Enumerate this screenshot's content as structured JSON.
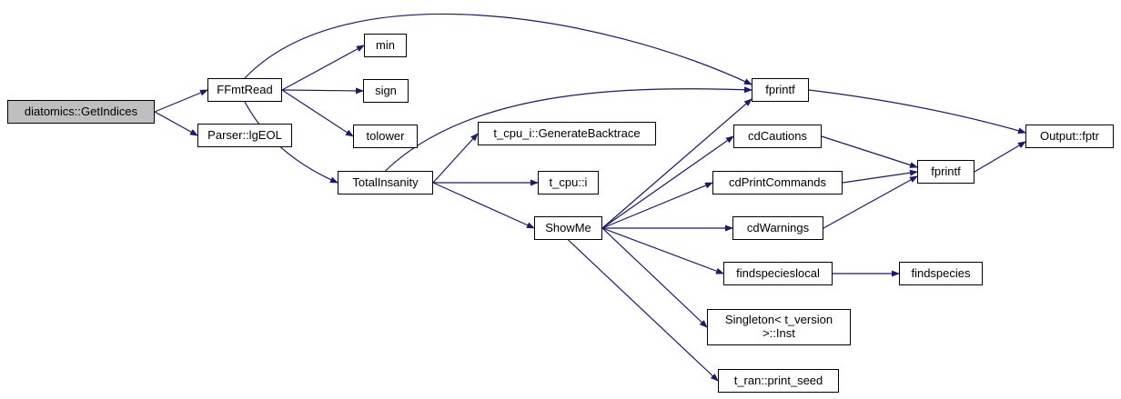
{
  "diagram": {
    "type": "call-graph",
    "colors": {
      "edge": "#191970",
      "node_bg": "#ffffff",
      "node_border": "#000000",
      "highlight_bg": "#bfbfbf",
      "text": "#000000"
    },
    "nodes": [
      {
        "id": "getindices",
        "label": "diatomics::GetIndices",
        "highlight": true
      },
      {
        "id": "ffmtread",
        "label": "FFmtRead"
      },
      {
        "id": "lgeol",
        "label": "Parser::lgEOL"
      },
      {
        "id": "min",
        "label": "min"
      },
      {
        "id": "sign",
        "label": "sign"
      },
      {
        "id": "tolower",
        "label": "tolower"
      },
      {
        "id": "totalinsanity",
        "label": "TotalInsanity"
      },
      {
        "id": "backtrace",
        "label": "t_cpu_i::GenerateBacktrace"
      },
      {
        "id": "tcpui",
        "label": "t_cpu::i"
      },
      {
        "id": "showme",
        "label": "ShowMe"
      },
      {
        "id": "fprintf1",
        "label": "fprintf"
      },
      {
        "id": "cdcautions",
        "label": "cdCautions"
      },
      {
        "id": "cdprintcommands",
        "label": "cdPrintCommands"
      },
      {
        "id": "cdwarnings",
        "label": "cdWarnings"
      },
      {
        "id": "findspecieslocal",
        "label": "findspecieslocal"
      },
      {
        "id": "singleton",
        "label": "Singleton< t_version >::Inst"
      },
      {
        "id": "printseed",
        "label": "t_ran::print_seed"
      },
      {
        "id": "fprintf2",
        "label": "fprintf"
      },
      {
        "id": "findspecies",
        "label": "findspecies"
      },
      {
        "id": "outputfptr",
        "label": "Output::fptr"
      }
    ],
    "edges": [
      {
        "from": "getindices",
        "to": "ffmtread"
      },
      {
        "from": "getindices",
        "to": "lgeol"
      },
      {
        "from": "ffmtread",
        "to": "min"
      },
      {
        "from": "ffmtread",
        "to": "sign"
      },
      {
        "from": "ffmtread",
        "to": "tolower"
      },
      {
        "from": "ffmtread",
        "to": "totalinsanity",
        "fromAnchor": "bottom",
        "via": [
          [
            300,
            170
          ]
        ]
      },
      {
        "from": "ffmtread",
        "to": "fprintf1",
        "fromAnchor": "top",
        "toOffset": [
          0,
          -6
        ],
        "via": [
          [
            380,
            -30
          ],
          [
            660,
            15
          ]
        ]
      },
      {
        "from": "totalinsanity",
        "to": "backtrace"
      },
      {
        "from": "totalinsanity",
        "to": "tcpui"
      },
      {
        "from": "totalinsanity",
        "to": "showme"
      },
      {
        "from": "totalinsanity",
        "to": "fprintf1",
        "fromAnchor": "top",
        "via": [
          [
            520,
            95
          ],
          [
            700,
            95
          ]
        ]
      },
      {
        "from": "showme",
        "to": "fprintf1",
        "toOffset": [
          0,
          10
        ]
      },
      {
        "from": "showme",
        "to": "cdcautions"
      },
      {
        "from": "showme",
        "to": "cdprintcommands"
      },
      {
        "from": "showme",
        "to": "cdwarnings"
      },
      {
        "from": "showme",
        "to": "findspecieslocal"
      },
      {
        "from": "showme",
        "to": "singleton"
      },
      {
        "from": "showme",
        "to": "printseed",
        "fromAnchor": "bottom"
      },
      {
        "from": "cdcautions",
        "to": "fprintf2",
        "toOffset": [
          0,
          -5
        ]
      },
      {
        "from": "cdprintcommands",
        "to": "fprintf2"
      },
      {
        "from": "cdwarnings",
        "to": "fprintf2",
        "toOffset": [
          0,
          5
        ]
      },
      {
        "from": "fprintf1",
        "to": "outputfptr",
        "toOffset": [
          0,
          -4
        ],
        "via": [
          [
            1020,
            115
          ]
        ]
      },
      {
        "from": "fprintf2",
        "to": "outputfptr",
        "toOffset": [
          0,
          6
        ]
      },
      {
        "from": "findspecieslocal",
        "to": "findspecies"
      }
    ]
  }
}
